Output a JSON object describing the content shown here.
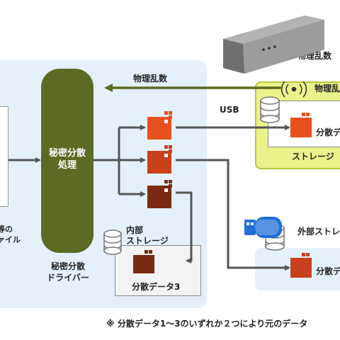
{
  "labels": {
    "physical_random_top": "物理乱数",
    "physical_random_arrow": "物理乱数",
    "physical_random_usb": "物理乱数",
    "usb": "USB",
    "driver": "秘密分散\n処理",
    "driver_caption": "秘密分散\nドライバー",
    "file_caption": "等の\nァイル",
    "internal_storage": "内部\nストレージ",
    "external_storage": "外部ストレ",
    "usb_storage": "ストレージ",
    "shard_usb": "分散デ",
    "shard_ext": "分散デ",
    "shard_internal": "分散データ3",
    "footnote": "※ 分散データ1〜3のいずれか２つにより元のデータ"
  },
  "colors": {
    "panel_blue": "#e4f1fb",
    "panel_usb": "#eaf28c",
    "driver": "#5c6a23",
    "arrow": "#555555",
    "shard1": "#e8501e",
    "shard2": "#c8401c",
    "shard3": "#7a2a14",
    "usb_stick": "#1f6fd6"
  },
  "icons": [
    "usb-random-device-icon",
    "random-signal-icon",
    "database-icon",
    "usb-stick-icon",
    "shard-icon"
  ]
}
